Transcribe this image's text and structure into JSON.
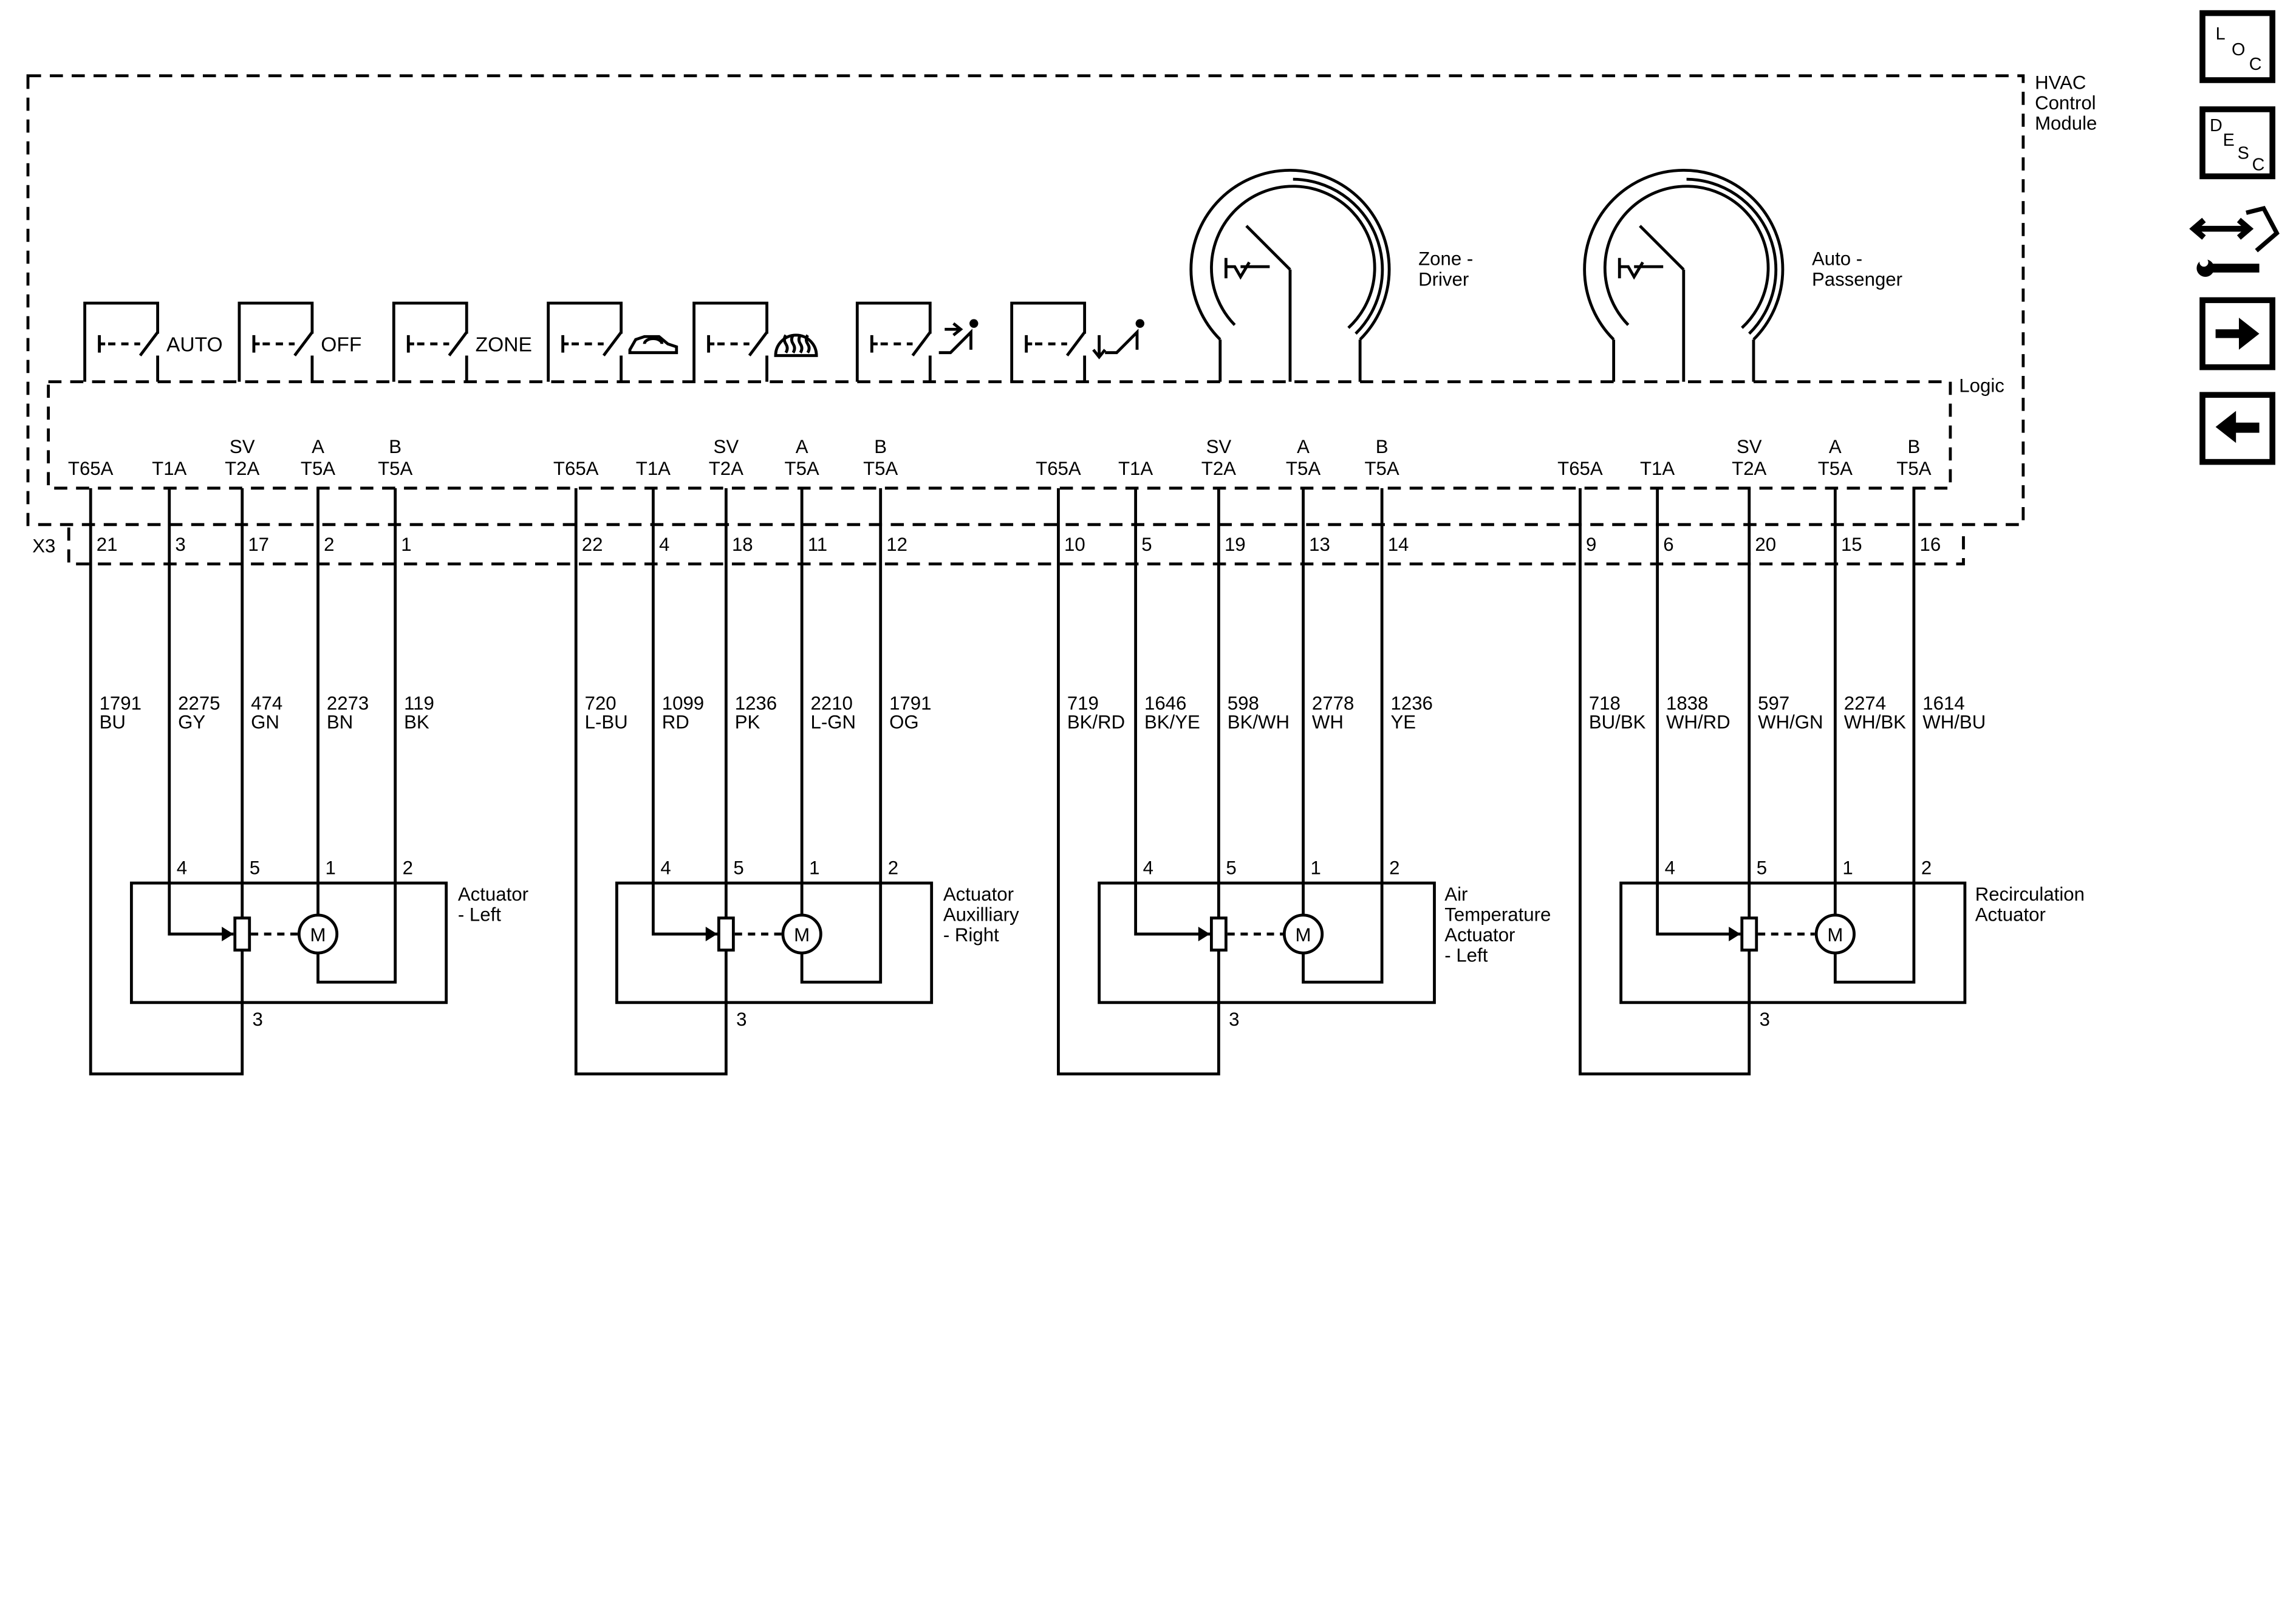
{
  "module": {
    "title_lines": [
      "HVAC",
      "Control",
      "Module"
    ],
    "logic_label": "Logic",
    "connector": "X3"
  },
  "switches": [
    {
      "label": "AUTO",
      "icon": "auto-text"
    },
    {
      "label": "OFF",
      "icon": "off-text"
    },
    {
      "label": "ZONE",
      "icon": "zone-text"
    },
    {
      "label": "",
      "icon": "recirculation-car-icon"
    },
    {
      "label": "",
      "icon": "rear-defrost-icon"
    },
    {
      "label": "",
      "icon": "vent-airflow-icon"
    },
    {
      "label": "",
      "icon": "floor-airflow-icon"
    }
  ],
  "knobs": [
    {
      "label_lines": [
        "Zone -",
        "Driver"
      ]
    },
    {
      "label_lines": [
        "Auto -",
        "Passenger"
      ]
    }
  ],
  "circuits": [
    {
      "pins": [
        {
          "top": "",
          "bottom": "T65A",
          "pin": "21",
          "wire_num": "1791",
          "wire_color": "BU"
        },
        {
          "top": "",
          "bottom": "T1A",
          "pin": "3",
          "wire_num": "2275",
          "wire_color": "GY"
        },
        {
          "top": "SV",
          "bottom": "T2A",
          "pin": "17",
          "wire_num": "474",
          "wire_color": "GN"
        },
        {
          "top": "A",
          "bottom": "T5A",
          "pin": "2",
          "wire_num": "2273",
          "wire_color": "BN"
        },
        {
          "top": "B",
          "bottom": "T5A",
          "pin": "1",
          "wire_num": "119",
          "wire_color": "BK"
        }
      ],
      "actuator_pins": [
        "4",
        "5",
        "1",
        "2"
      ],
      "bottom_pin": "3",
      "actuator_label_lines": [
        "Actuator",
        "- Left"
      ]
    },
    {
      "pins": [
        {
          "top": "",
          "bottom": "T65A",
          "pin": "22",
          "wire_num": "720",
          "wire_color": "L-BU"
        },
        {
          "top": "",
          "bottom": "T1A",
          "pin": "4",
          "wire_num": "1099",
          "wire_color": "RD"
        },
        {
          "top": "SV",
          "bottom": "T2A",
          "pin": "18",
          "wire_num": "1236",
          "wire_color": "PK"
        },
        {
          "top": "A",
          "bottom": "T5A",
          "pin": "11",
          "wire_num": "2210",
          "wire_color": "L-GN"
        },
        {
          "top": "B",
          "bottom": "T5A",
          "pin": "12",
          "wire_num": "1791",
          "wire_color": "OG"
        }
      ],
      "actuator_pins": [
        "4",
        "5",
        "1",
        "2"
      ],
      "bottom_pin": "3",
      "actuator_label_lines": [
        "Actuator",
        "Auxilliary",
        "- Right"
      ]
    },
    {
      "pins": [
        {
          "top": "",
          "bottom": "T65A",
          "pin": "10",
          "wire_num": "719",
          "wire_color": "BK/RD"
        },
        {
          "top": "",
          "bottom": "T1A",
          "pin": "5",
          "wire_num": "1646",
          "wire_color": "BK/YE"
        },
        {
          "top": "SV",
          "bottom": "T2A",
          "pin": "19",
          "wire_num": "598",
          "wire_color": "BK/WH"
        },
        {
          "top": "A",
          "bottom": "T5A",
          "pin": "13",
          "wire_num": "2778",
          "wire_color": "WH"
        },
        {
          "top": "B",
          "bottom": "T5A",
          "pin": "14",
          "wire_num": "1236",
          "wire_color": "YE"
        }
      ],
      "actuator_pins": [
        "4",
        "5",
        "1",
        "2"
      ],
      "bottom_pin": "3",
      "actuator_label_lines": [
        "Air",
        "Temperature",
        "Actuator",
        "- Left"
      ]
    },
    {
      "pins": [
        {
          "top": "",
          "bottom": "T65A",
          "pin": "9",
          "wire_num": "718",
          "wire_color": "BU/BK"
        },
        {
          "top": "",
          "bottom": "T1A",
          "pin": "6",
          "wire_num": "1838",
          "wire_color": "WH/RD"
        },
        {
          "top": "SV",
          "bottom": "T2A",
          "pin": "20",
          "wire_num": "597",
          "wire_color": "WH/GN"
        },
        {
          "top": "A",
          "bottom": "T5A",
          "pin": "15",
          "wire_num": "2274",
          "wire_color": "WH/BK"
        },
        {
          "top": "B",
          "bottom": "T5A",
          "pin": "16",
          "wire_num": "1614",
          "wire_color": "WH/BU"
        }
      ],
      "actuator_pins": [
        "4",
        "5",
        "1",
        "2"
      ],
      "bottom_pin": "3",
      "actuator_label_lines": [
        "Recirculation",
        "Actuator"
      ]
    }
  ],
  "motor_symbol": "M",
  "sidebar": {
    "loc": [
      "L",
      "O",
      "C"
    ],
    "desc": [
      "D",
      "E",
      "S",
      "C"
    ],
    "icons": [
      "connector-tool-icon",
      "arrow-right-icon",
      "arrow-left-icon"
    ]
  }
}
